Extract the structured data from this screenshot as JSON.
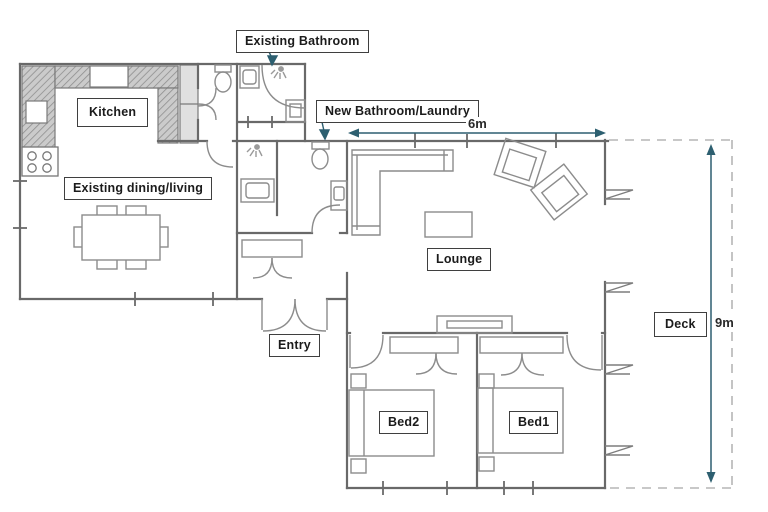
{
  "document": {
    "type": "floor-plan-sketch"
  },
  "labels": {
    "existing_bathroom": "Existing Bathroom",
    "new_bathroom_laundry": "New Bathroom/Laundry",
    "kitchen": "Kitchen",
    "existing_dining_living": "Existing dining/living",
    "lounge": "Lounge",
    "entry": "Entry",
    "bed2": "Bed2",
    "bed1": "Bed1",
    "deck": "Deck"
  },
  "dimensions": {
    "extension_width": "6m",
    "extension_height": "9m"
  },
  "colors": {
    "wall": "#696969",
    "furniture": "#8c8c8c",
    "accent": "#2d5f70",
    "hatch_bg": "#cccccc",
    "hatch_line": "#8f8f8f",
    "deck_dash": "#b5b5b5"
  }
}
